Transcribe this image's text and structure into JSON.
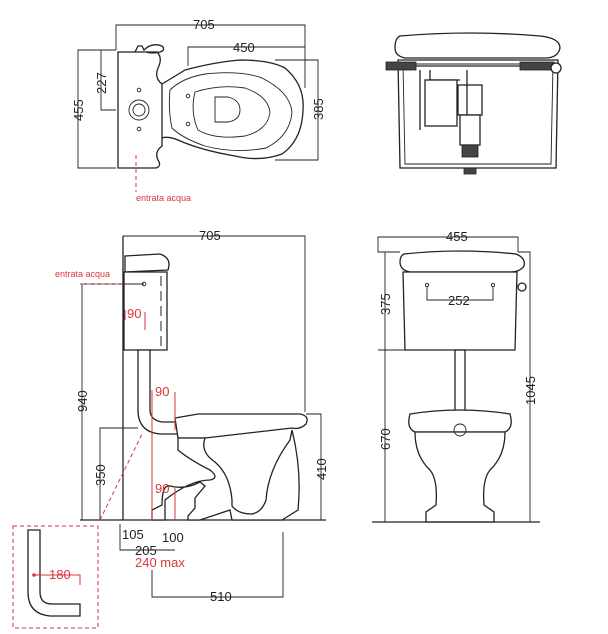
{
  "labels": {
    "water_inlet": "entrata acqua",
    "water_inlet_side": "entrata acqua"
  },
  "plan_view": {
    "width": "705",
    "bowl_length": "450",
    "depth": "455",
    "inlet_offset": "227",
    "bowl_width": "385"
  },
  "rear_view": {},
  "side_view": {
    "width": "705",
    "total_height": "940",
    "outlet_height": "350",
    "seat_height": "410",
    "pipe_offset_top": "90",
    "pipe_offset_mid": "90",
    "pipe_offset_bottom": "90",
    "wall_to_pipe": "105",
    "pipe_to_outlet": "100",
    "wall_to_outlet": "205",
    "wall_to_outlet_max": "240 max",
    "outlet_to_front": "510",
    "bend_radius": "180"
  },
  "front_view": {
    "width": "455",
    "tank_height": "375",
    "tank_holes": "252",
    "tank_bottom_height": "670",
    "total_height": "1045"
  },
  "colors": {
    "line": "#222222",
    "annotation": "#d9363e"
  }
}
